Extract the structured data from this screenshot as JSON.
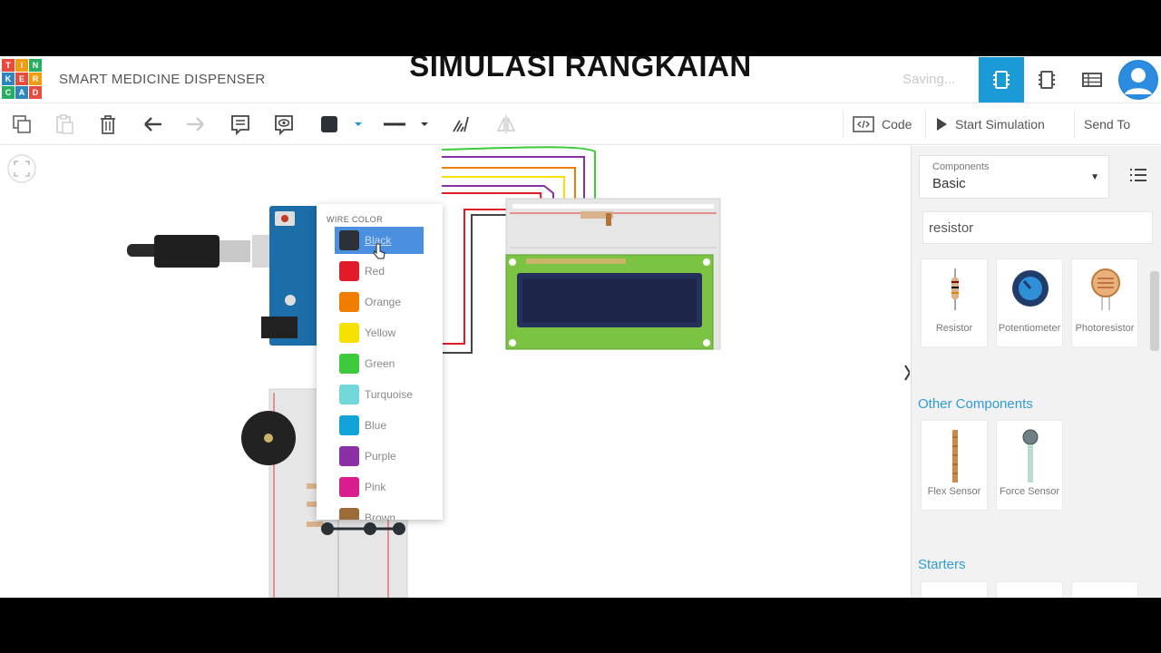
{
  "caption": "SIMULASI RANGKAIAN",
  "header": {
    "logo_letters": [
      "TIN",
      "KER",
      "CAD"
    ],
    "project_title": "SMART MEDICINE DISPENSER",
    "save_status": "Saving...",
    "icons": [
      "circuit-view-icon",
      "component-list-icon",
      "bom-table-icon",
      "user-avatar-icon"
    ]
  },
  "toolbar": {
    "icons": [
      "copy-icon",
      "paste-icon",
      "delete-icon",
      "undo-icon",
      "redo-icon",
      "notes-icon",
      "visibility-icon",
      "wire-color-icon",
      "wire-type-icon",
      "flip-icon",
      "mirror-icon"
    ],
    "code_label": "Code",
    "start_simulation_label": "Start Simulation",
    "send_to_label": "Send To"
  },
  "wire_color_menu": {
    "title": "WIRE COLOR",
    "options": [
      {
        "name": "Black",
        "color": "#2b3136",
        "selected": true
      },
      {
        "name": "Red",
        "color": "#e01b2a"
      },
      {
        "name": "Orange",
        "color": "#f07c00"
      },
      {
        "name": "Yellow",
        "color": "#f6e200"
      },
      {
        "name": "Green",
        "color": "#3fca3d"
      },
      {
        "name": "Turquoise",
        "color": "#72d7d8"
      },
      {
        "name": "Blue",
        "color": "#12a3d9"
      },
      {
        "name": "Purple",
        "color": "#8b2fa5"
      },
      {
        "name": "Pink",
        "color": "#d81e8c"
      },
      {
        "name": "Brown",
        "color": "#9c6b3a"
      }
    ]
  },
  "panel": {
    "components_label": "Components",
    "components_value": "Basic",
    "search_value": "resistor",
    "basic_items": [
      "Resistor",
      "Potentiometer",
      "Photoresistor"
    ],
    "other_title": "Other Components",
    "other_items": [
      "Flex Sensor",
      "Force Sensor"
    ],
    "starters_title": "Starters"
  },
  "colors": {
    "accent": "#1a9ad6",
    "arduino_blue": "#1b6ea8",
    "lcd_green": "#7bc443",
    "lcd_screen": "#25305a"
  }
}
